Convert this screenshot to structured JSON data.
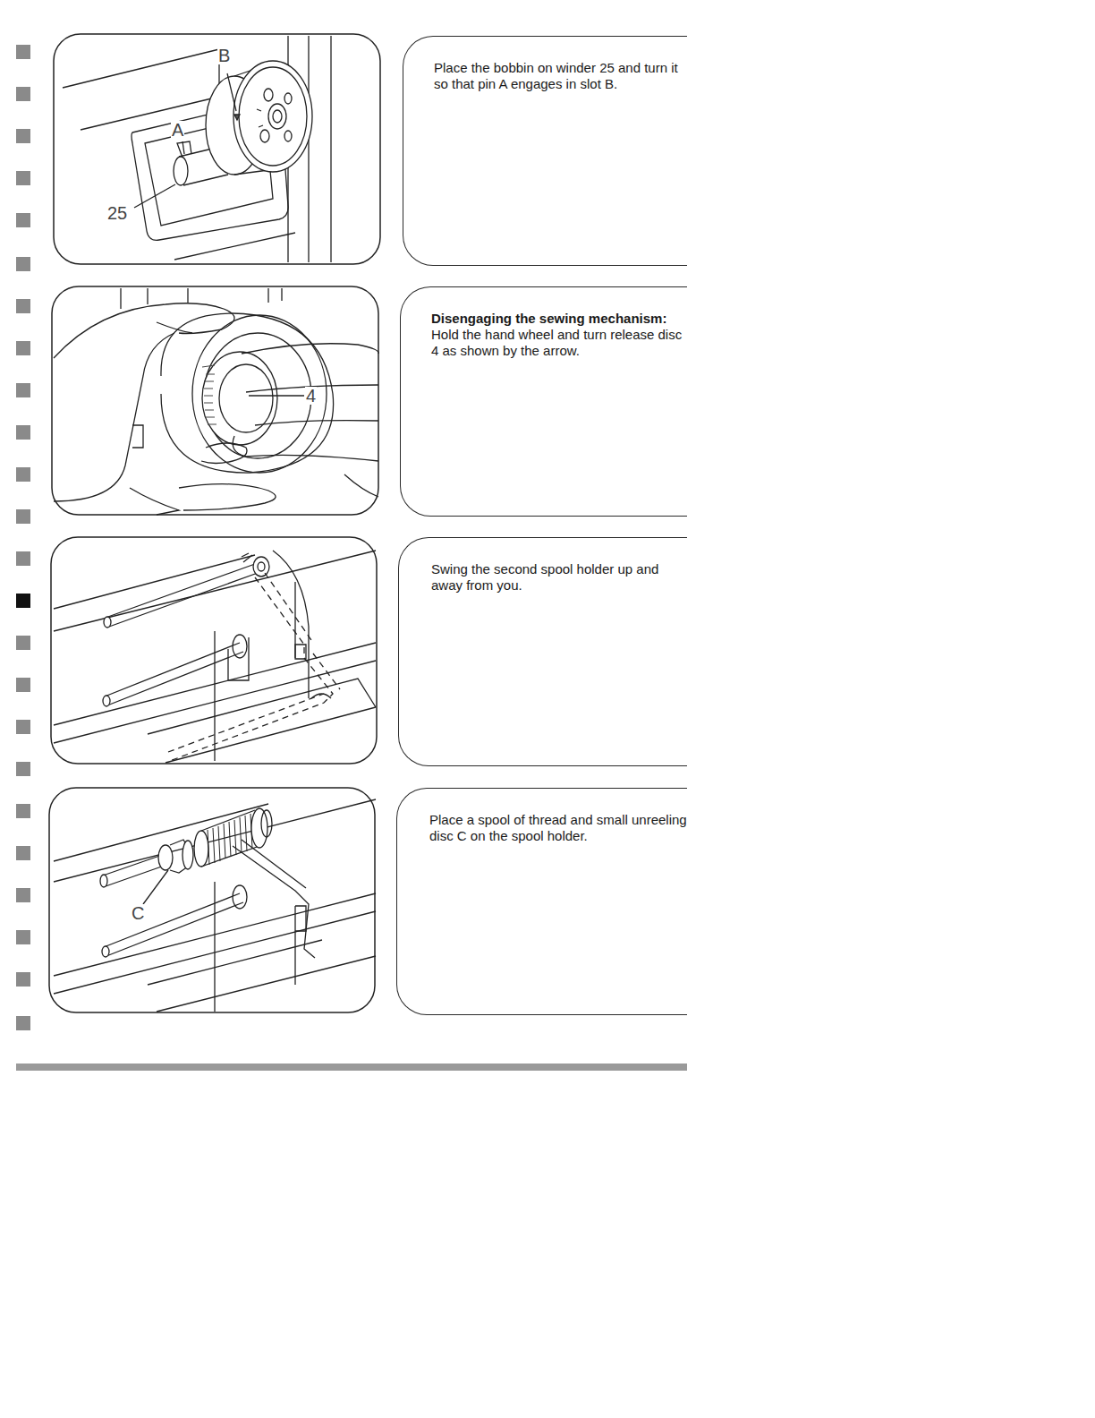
{
  "diagram": {
    "nodes": [
      {
        "text": [
          "Place the bobbin on winder 25 and turn it so that pin A engages in slot B."
        ]
      },
      {
        "text": [
          "Disengaging the sewing mechanism:",
          "Hold the hand wheel and turn release disc 4 as shown by the arrow."
        ]
      },
      {
        "text": [
          "Swing the second spool holder up and away from you."
        ]
      },
      {
        "text": [
          "Place a spool of thread and small unreeling disc C on the spool holder."
        ]
      }
    ],
    "labels": [
      "B",
      "A",
      "25",
      "4",
      "C"
    ]
  }
}
